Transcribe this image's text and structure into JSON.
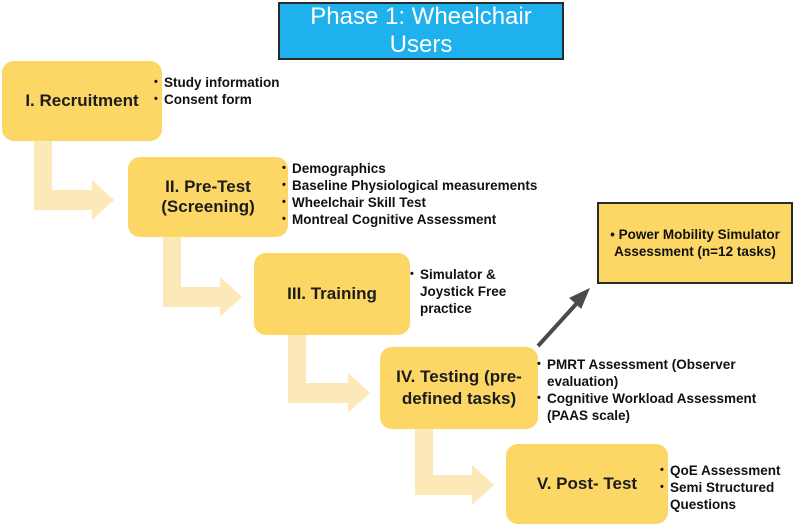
{
  "title": "Phase 1: Wheelchair Users",
  "colors": {
    "step_fill": "#fcd766",
    "connector": "#fde9b8",
    "title_fill": "#1fb0ee",
    "arrow": "#4a4a4a"
  },
  "steps": [
    {
      "label": "I. Recruitment",
      "bullets": [
        "Study information",
        "Consent form"
      ]
    },
    {
      "label": "II. Pre-Test (Screening)",
      "bullets": [
        "Demographics",
        "Baseline Physiological measurements",
        "Wheelchair Skill Test",
        "Montreal Cognitive Assessment"
      ]
    },
    {
      "label": "III. Training",
      "bullets": [
        "Simulator & Joystick Free practice"
      ]
    },
    {
      "label": "IV. Testing (pre-defined tasks)",
      "bullets": [
        "PMRT Assessment (Observer evaluation)",
        "Cognitive Workload Assessment (PAAS scale)"
      ]
    },
    {
      "label": "V. Post- Test",
      "bullets": [
        "QoE Assessment",
        "Semi Structured Questions"
      ]
    }
  ],
  "result": {
    "text": "Power Mobility Simulator Assessment (n=12 tasks)"
  }
}
